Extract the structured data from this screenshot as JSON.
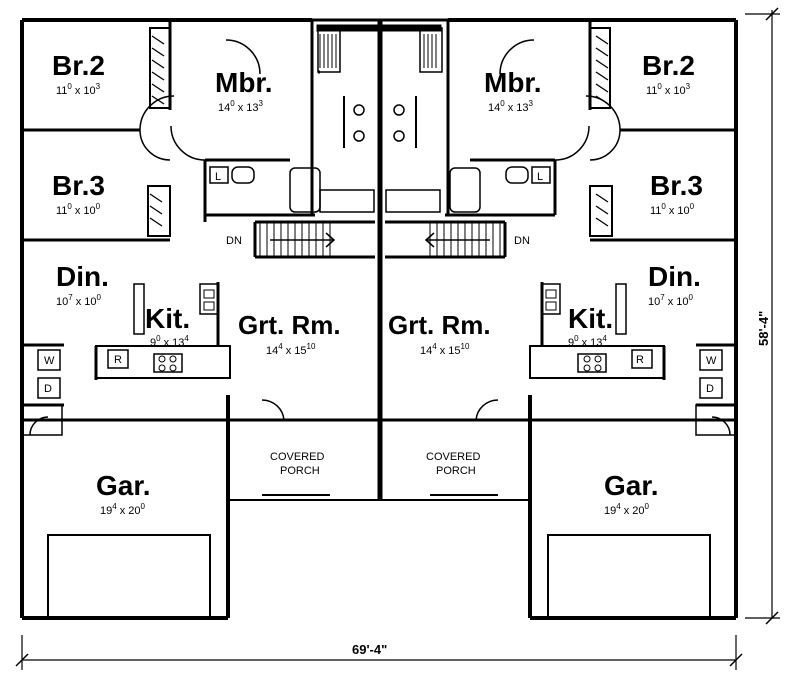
{
  "rooms": {
    "left": {
      "br2": {
        "name": "Br.2",
        "dim_a": "11",
        "dim_a_sup": "0",
        "dim_b": "x 10",
        "dim_b_sup": "3"
      },
      "br3": {
        "name": "Br.3",
        "dim_a": "11",
        "dim_a_sup": "0",
        "dim_b": "x 10",
        "dim_b_sup": "0"
      },
      "mbr": {
        "name": "Mbr.",
        "dim_a": "14",
        "dim_a_sup": "0",
        "dim_b": "x 13",
        "dim_b_sup": "3"
      },
      "din": {
        "name": "Din.",
        "dim_a": "10",
        "dim_a_sup": "7",
        "dim_b": "x 10",
        "dim_b_sup": "0"
      },
      "kit": {
        "name": "Kit.",
        "dim_a": "9",
        "dim_a_sup": "0",
        "dim_b": "x 13",
        "dim_b_sup": "4"
      },
      "grt": {
        "name": "Grt. Rm.",
        "dim_a": "14",
        "dim_a_sup": "4",
        "dim_b": "x 15",
        "dim_b_sup": "10"
      },
      "gar": {
        "name": "Gar.",
        "dim_a": "19",
        "dim_a_sup": "4",
        "dim_b": "x 20",
        "dim_b_sup": "0"
      },
      "porch_line1": "COVERED",
      "porch_line2": "PORCH",
      "dn": "DN",
      "w": "W",
      "d": "D",
      "r": "R",
      "l": "L"
    },
    "right": {
      "br2": {
        "name": "Br.2",
        "dim_a": "11",
        "dim_a_sup": "0",
        "dim_b": "x 10",
        "dim_b_sup": "3"
      },
      "br3": {
        "name": "Br.3",
        "dim_a": "11",
        "dim_a_sup": "0",
        "dim_b": "x 10",
        "dim_b_sup": "0"
      },
      "mbr": {
        "name": "Mbr.",
        "dim_a": "14",
        "dim_a_sup": "0",
        "dim_b": "x 13",
        "dim_b_sup": "3"
      },
      "din": {
        "name": "Din.",
        "dim_a": "10",
        "dim_a_sup": "7",
        "dim_b": "x 10",
        "dim_b_sup": "0"
      },
      "kit": {
        "name": "Kit.",
        "dim_a": "9",
        "dim_a_sup": "0",
        "dim_b": "x 13",
        "dim_b_sup": "4"
      },
      "grt": {
        "name": "Grt. Rm.",
        "dim_a": "14",
        "dim_a_sup": "4",
        "dim_b": "x 15",
        "dim_b_sup": "10"
      },
      "gar": {
        "name": "Gar.",
        "dim_a": "19",
        "dim_a_sup": "4",
        "dim_b": "x 20",
        "dim_b_sup": "0"
      },
      "porch_line1": "COVERED",
      "porch_line2": "PORCH",
      "dn": "DN",
      "w": "W",
      "d": "D",
      "r": "R",
      "l": "L"
    }
  },
  "overall": {
    "width": "69'-4\"",
    "depth": "58'-4\""
  }
}
